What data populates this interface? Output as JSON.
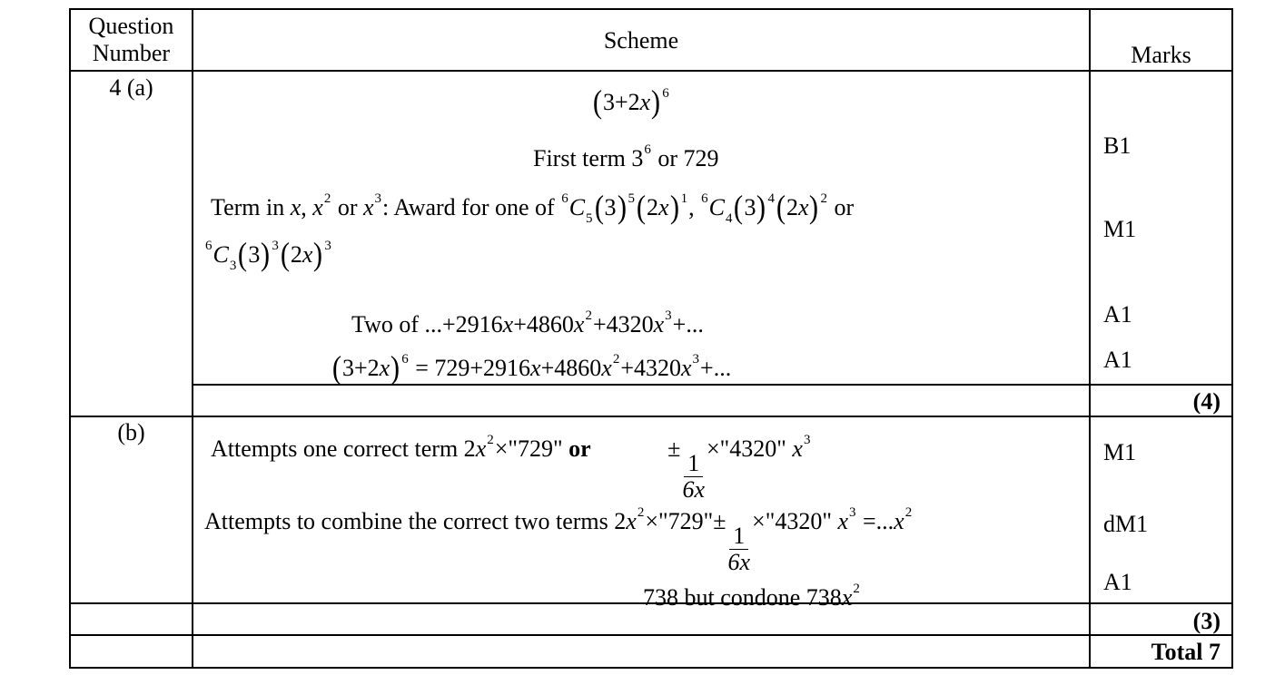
{
  "header": {
    "question_number": [
      "Question",
      "Number"
    ],
    "scheme": "Scheme",
    "marks": "Marks"
  },
  "part_a": {
    "label": "4 (a)",
    "lines": [
      [
        {
          "k": "p",
          "t": "("
        },
        {
          "k": "r",
          "t": "3+2"
        },
        {
          "k": "i",
          "t": "x"
        },
        {
          "k": "p",
          "t": ")"
        },
        {
          "k": "sup",
          "t": "6"
        }
      ],
      [
        {
          "k": "r",
          "t": "First term 3"
        },
        {
          "k": "sup",
          "t": "6"
        },
        {
          "k": "r",
          "t": " or 729"
        }
      ],
      [
        {
          "k": "r",
          "t": "Term in "
        },
        {
          "k": "i",
          "t": "x"
        },
        {
          "k": "r",
          "t": ",  "
        },
        {
          "k": "i",
          "t": "x"
        },
        {
          "k": "sup",
          "t": "2"
        },
        {
          "k": "r",
          "t": " or "
        },
        {
          "k": "i",
          "t": "x"
        },
        {
          "k": "sup",
          "t": "3"
        },
        {
          "k": "r",
          "t": ": Award for one of  "
        },
        {
          "k": "sup",
          "t": "6"
        },
        {
          "k": "i",
          "t": "C"
        },
        {
          "k": "sub",
          "t": "5"
        },
        {
          "k": "p",
          "t": "("
        },
        {
          "k": "r",
          "t": "3"
        },
        {
          "k": "p",
          "t": ")"
        },
        {
          "k": "sup",
          "t": "5"
        },
        {
          "k": "p",
          "t": "("
        },
        {
          "k": "r",
          "t": "2"
        },
        {
          "k": "i",
          "t": "x"
        },
        {
          "k": "p",
          "t": ")"
        },
        {
          "k": "sup",
          "t": "1"
        },
        {
          "k": "r",
          "t": ", "
        },
        {
          "k": "sup",
          "t": "6"
        },
        {
          "k": "i",
          "t": "C"
        },
        {
          "k": "sub",
          "t": "4"
        },
        {
          "k": "p",
          "t": "("
        },
        {
          "k": "r",
          "t": "3"
        },
        {
          "k": "p",
          "t": ")"
        },
        {
          "k": "sup",
          "t": "4"
        },
        {
          "k": "p",
          "t": "("
        },
        {
          "k": "r",
          "t": "2"
        },
        {
          "k": "i",
          "t": "x"
        },
        {
          "k": "p",
          "t": ")"
        },
        {
          "k": "sup",
          "t": "2"
        },
        {
          "k": "r",
          "t": " or"
        }
      ],
      [
        {
          "k": "sup",
          "t": "6"
        },
        {
          "k": "i",
          "t": "C"
        },
        {
          "k": "sub",
          "t": "3"
        },
        {
          "k": "p",
          "t": "("
        },
        {
          "k": "r",
          "t": "3"
        },
        {
          "k": "p",
          "t": ")"
        },
        {
          "k": "sup",
          "t": "3"
        },
        {
          "k": "p",
          "t": "("
        },
        {
          "k": "r",
          "t": "2"
        },
        {
          "k": "i",
          "t": "x"
        },
        {
          "k": "p",
          "t": ")"
        },
        {
          "k": "sup",
          "t": "3"
        }
      ],
      [
        {
          "k": "r",
          "t": "Two of ...+2916"
        },
        {
          "k": "i",
          "t": "x"
        },
        {
          "k": "r",
          "t": "+4860"
        },
        {
          "k": "i",
          "t": "x"
        },
        {
          "k": "sup",
          "t": "2"
        },
        {
          "k": "r",
          "t": "+4320"
        },
        {
          "k": "i",
          "t": "x"
        },
        {
          "k": "sup",
          "t": "3"
        },
        {
          "k": "r",
          "t": "+..."
        }
      ],
      [
        {
          "k": "p",
          "t": "("
        },
        {
          "k": "r",
          "t": "3+2"
        },
        {
          "k": "i",
          "t": "x"
        },
        {
          "k": "p",
          "t": ")"
        },
        {
          "k": "sup",
          "t": "6"
        },
        {
          "k": "r",
          "t": " = 729+2916"
        },
        {
          "k": "i",
          "t": "x"
        },
        {
          "k": "r",
          "t": "+4860"
        },
        {
          "k": "i",
          "t": "x"
        },
        {
          "k": "sup",
          "t": "2"
        },
        {
          "k": "r",
          "t": "+4320"
        },
        {
          "k": "i",
          "t": "x"
        },
        {
          "k": "sup",
          "t": "3"
        },
        {
          "k": "r",
          "t": "+..."
        }
      ]
    ],
    "marks": [
      "B1",
      "M1",
      "A1",
      "A1"
    ],
    "subtotal": "(4)"
  },
  "part_b": {
    "label": "(b)",
    "lines": [
      [
        {
          "k": "r",
          "t": "Attempts one correct term  2"
        },
        {
          "k": "i",
          "t": "x"
        },
        {
          "k": "sup",
          "t": "2"
        },
        {
          "k": "r",
          "t": "×\"729\" "
        },
        {
          "k": "bo",
          "t": "or"
        },
        {
          "k": "r",
          "t": "             ±"
        },
        {
          "k": "frac",
          "n": "1",
          "d": "6x"
        },
        {
          "k": "r",
          "t": "×\"4320\" "
        },
        {
          "k": "i",
          "t": "x"
        },
        {
          "k": "sup",
          "t": "3"
        }
      ],
      [
        {
          "k": "r",
          "t": "Attempts to combine the correct two terms  2"
        },
        {
          "k": "i",
          "t": "x"
        },
        {
          "k": "sup",
          "t": "2"
        },
        {
          "k": "r",
          "t": "×\"729\"±"
        },
        {
          "k": "frac",
          "n": "1",
          "d": "6x"
        },
        {
          "k": "r",
          "t": "×\"4320\" "
        },
        {
          "k": "i",
          "t": "x"
        },
        {
          "k": "sup",
          "t": "3"
        },
        {
          "k": "r",
          "t": " =..."
        },
        {
          "k": "i",
          "t": "x"
        },
        {
          "k": "sup",
          "t": "2"
        }
      ],
      [
        {
          "k": "r",
          "t": "738 but condone  738"
        },
        {
          "k": "i",
          "t": "x"
        },
        {
          "k": "sup",
          "t": "2"
        }
      ]
    ],
    "marks": [
      "M1",
      "dM1",
      "A1"
    ],
    "subtotal": "(3)"
  },
  "total": "Total 7"
}
